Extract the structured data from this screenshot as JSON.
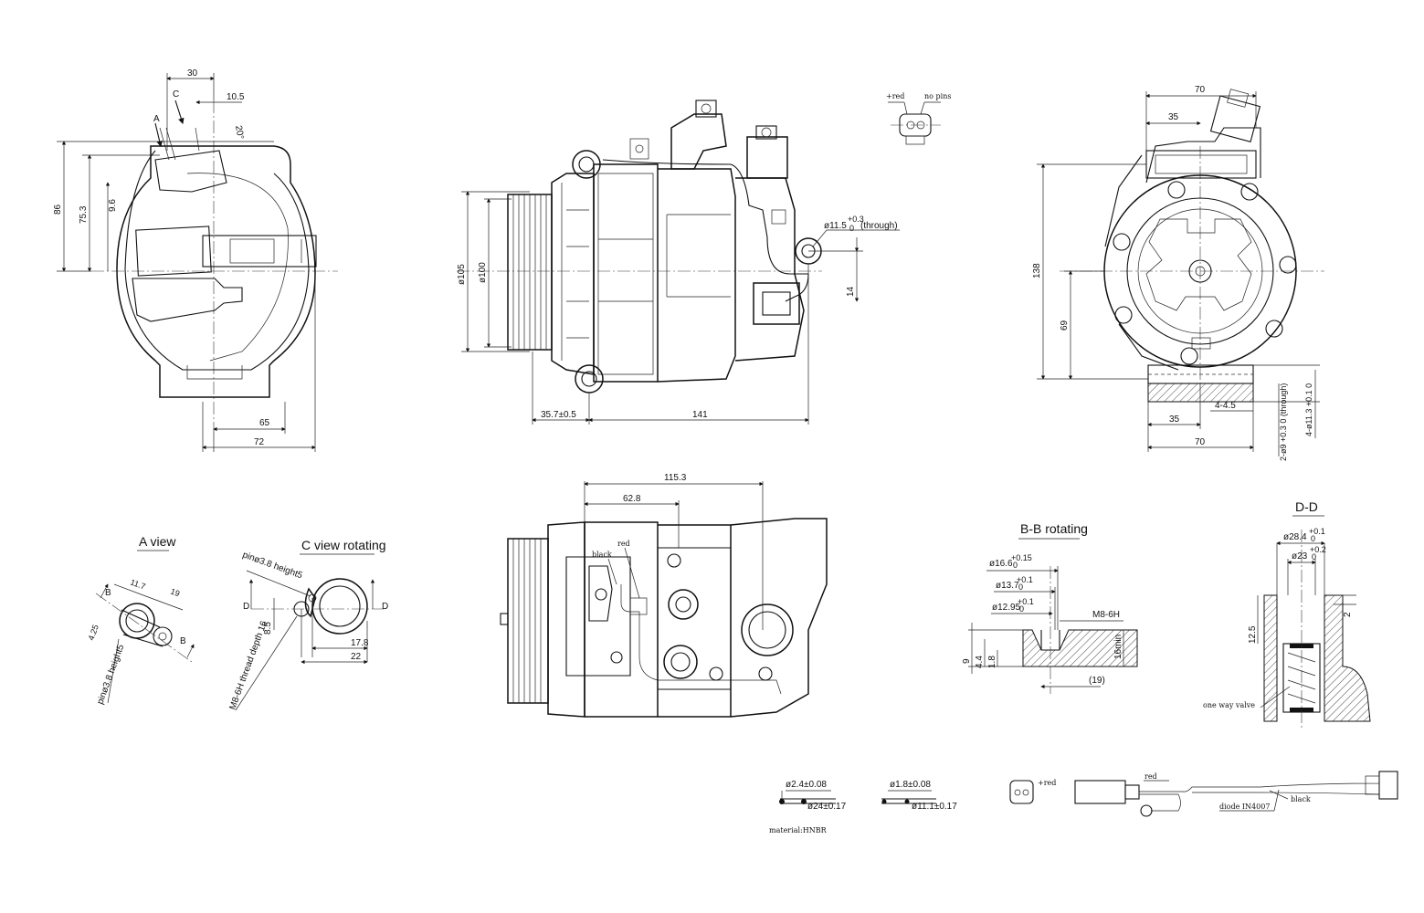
{
  "views": {
    "front_left": {
      "dims": [
        "30",
        "10.5",
        "20°",
        "86",
        "75.3",
        "9.6",
        "65",
        "72"
      ],
      "letters": [
        "A",
        "C"
      ]
    },
    "side_main": {
      "dims": [
        "ø105",
        "ø100",
        "35.7±0.5",
        "141",
        "14"
      ],
      "through_hole": "ø11.5",
      "through_hole_tol": "+0.3",
      "through_hole_tol_low": "0",
      "through_hole_suffix": "(through)"
    },
    "connector_detail": {
      "red": "+red",
      "no_pins": "no pins"
    },
    "right_view": {
      "dims": [
        "70",
        "35",
        "138",
        "69",
        "4-4.5",
        "35",
        "70"
      ],
      "hole1": "2-ø9",
      "hole1_tol": "+0.3",
      "hole1_tol_low": "0",
      "hole1_suffix": "(through)",
      "hole2": "4-ø11.3",
      "hole2_tol": "+0.1",
      "hole2_tol_low": "0"
    },
    "a_view": {
      "title": "A view",
      "dims": [
        "11.7",
        "19",
        "4.25"
      ],
      "pin": "pinø3.8 height5",
      "letters": [
        "B",
        "B"
      ]
    },
    "c_view": {
      "title": "C view rotating",
      "pin": "pinø3.8 height5",
      "thread": "M8-6H thread depth 16",
      "dims": [
        "8.5",
        "17.8",
        "22"
      ],
      "letters": [
        "D",
        "D"
      ]
    },
    "bottom_view": {
      "dims": [
        "115.3",
        "62.8"
      ],
      "black": "black",
      "red": "red"
    },
    "bb_section": {
      "title": "B-B rotating",
      "d1": "ø16.6",
      "d1_tol": "+0.15",
      "d1_tol_low": "0",
      "d2": "ø13.7",
      "d2_tol": "+0.1",
      "d2_tol_low": "0",
      "d3": "ø12.95",
      "d3_tol": "+0.1",
      "d3_tol_low": "0",
      "thread": "M8-6H",
      "depth": "16min",
      "dims": [
        "9",
        "4.4",
        "1.8",
        "(19)"
      ]
    },
    "dd_section": {
      "title": "D-D",
      "d1": "ø28.4",
      "d1_tol": "+0.1",
      "d1_tol_low": "0",
      "d2": "ø23",
      "d2_tol": "+0.2",
      "d2_tol_low": "0",
      "dims": [
        "12.5",
        "2"
      ],
      "valve": "one way valve"
    },
    "orings": {
      "ring1_section": "ø2.4±0.08",
      "ring1_diam": "ø24±0.17",
      "ring2_section": "ø1.8±0.08",
      "ring2_diam": "ø11.1±0.17",
      "material": "material:HNBR"
    },
    "harness": {
      "red_plug": "+red",
      "red": "red",
      "diode": "diode IN4007",
      "black": "black"
    }
  }
}
